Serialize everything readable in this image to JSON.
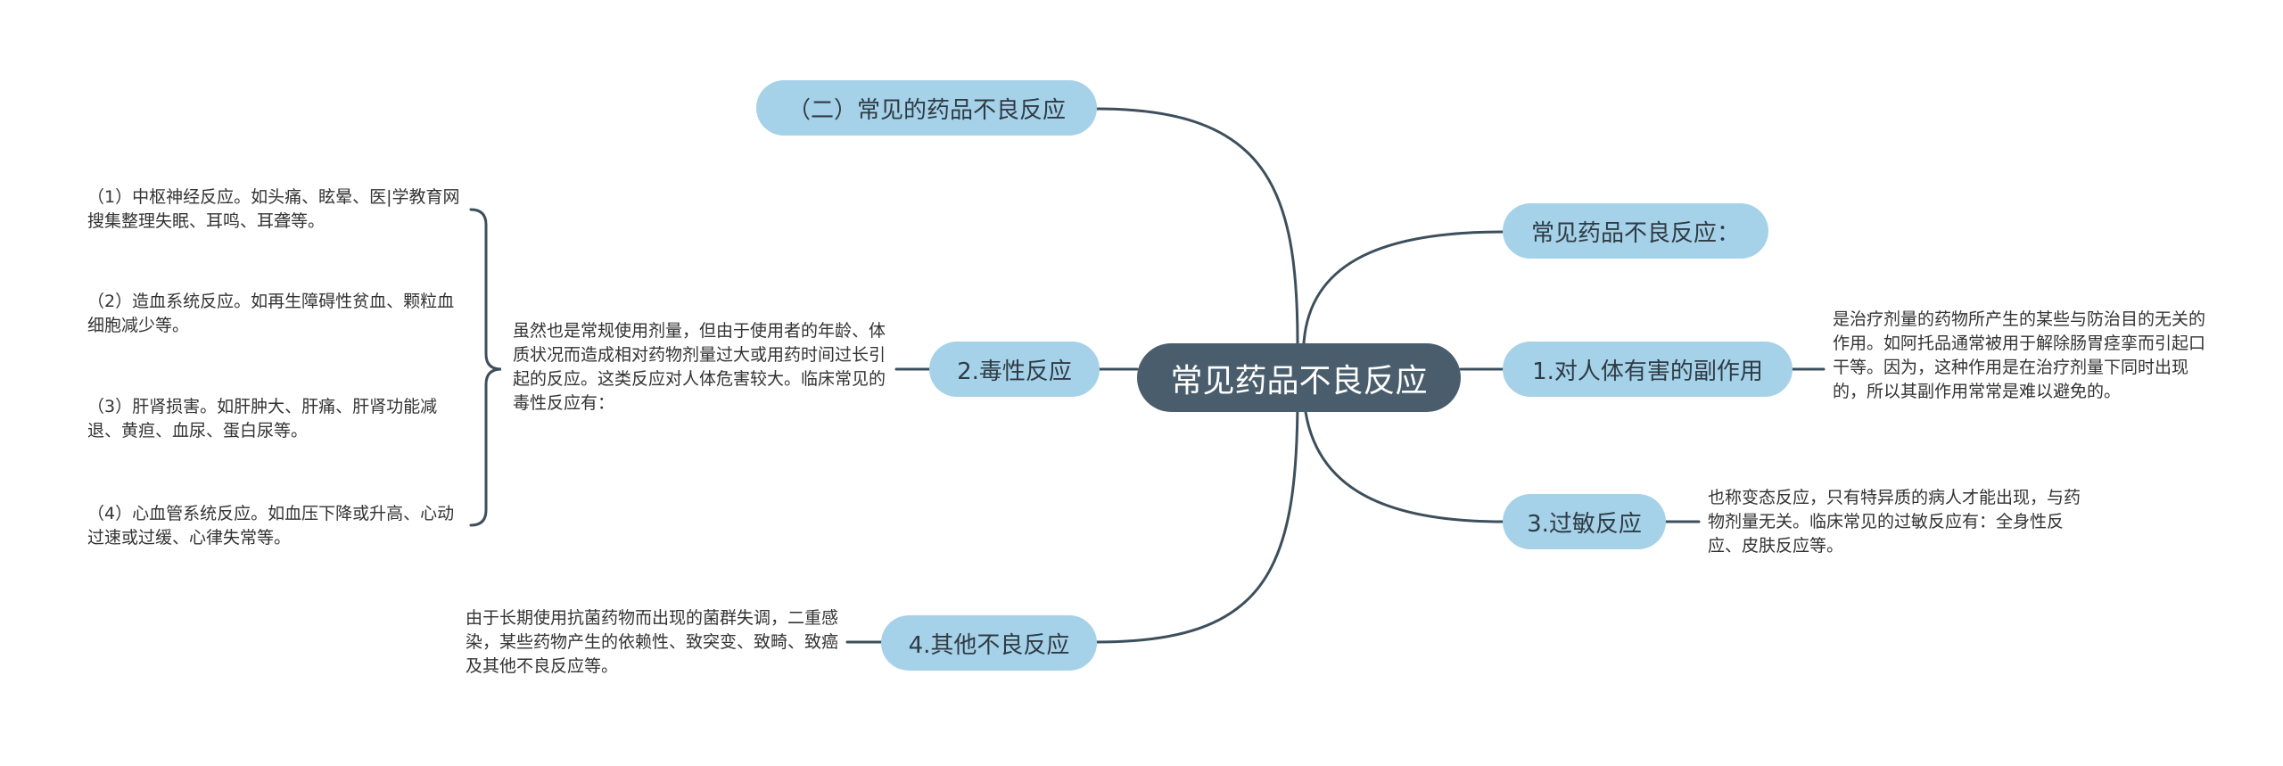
{
  "root": {
    "label": "常见药品不良反应"
  },
  "branches": {
    "common_types": {
      "label": "（二）常见的药品不良反应"
    },
    "intro": {
      "label": "常见药品不良反应："
    },
    "side_effect": {
      "label": "1.对人体有害的副作用",
      "note": "是治疗剂量的药物所产生的某些与防治目的无关的作用。如阿托品通常被用于解除肠胃痉挛而引起口干等。因为，这种作用是在治疗剂量下同时出现的，所以其副作用常常是难以避免的。"
    },
    "toxic": {
      "label": "2.毒性反应",
      "note": "虽然也是常规使用剂量，但由于使用者的年龄、体质状况而造成相对药物剂量过大或用药时间过长引起的反应。这类反应对人体危害较大。临床常见的毒性反应有：",
      "items": [
        "（1）中枢神经反应。如头痛、眩晕、医|学教育网搜集整理失眠、耳鸣、耳聋等。",
        "（2）造血系统反应。如再生障碍性贫血、颗粒血细胞减少等。",
        "（3）肝肾损害。如肝肿大、肝痛、肝肾功能减退、黄疸、血尿、蛋白尿等。",
        "（4）心血管系统反应。如血压下降或升高、心动过速或过缓、心律失常等。"
      ]
    },
    "allergy": {
      "label": "3.过敏反应",
      "note": "也称变态反应，只有特异质的病人才能出现，与药物剂量无关。临床常见的过敏反应有：全身性反应、皮肤反应等。"
    },
    "other": {
      "label": "4.其他不良反应",
      "note": "由于长期使用抗菌药物而出现的菌群失调，二重感染，某些药物产生的依赖性、致突变、致畸、致癌及其他不良反应等。"
    }
  },
  "colors": {
    "root_fill": "#4a5d6c",
    "topic_fill": "#a5d2e8",
    "connector": "#3d4f5c",
    "text": "#333333"
  }
}
